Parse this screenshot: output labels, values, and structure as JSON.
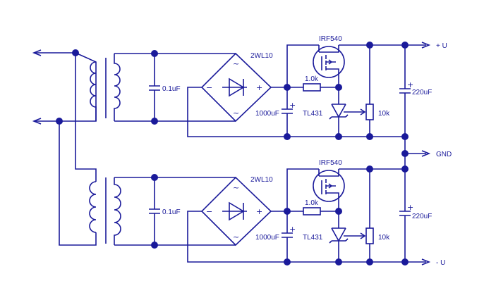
{
  "labels": {
    "plus_u": "+ U",
    "gnd": "GND",
    "minus_u": "- U"
  },
  "top_stage": {
    "cap_small": "0.1uF",
    "bridge": "2WL10",
    "mosfet": "IRF540",
    "resistor": "1.0k",
    "cap_bulk": "1000uF",
    "regulator": "TL431",
    "pot": "10k",
    "cap_out": "220uF"
  },
  "bottom_stage": {
    "cap_small": "0.1uF",
    "bridge": "2WL10",
    "mosfet": "IRF540",
    "resistor": "1.0k",
    "cap_bulk": "1000uF",
    "regulator": "TL431",
    "pot": "10k",
    "cap_out": "220uF"
  },
  "colors": {
    "ink": "#1a1a9a",
    "background": "#ffffff"
  }
}
